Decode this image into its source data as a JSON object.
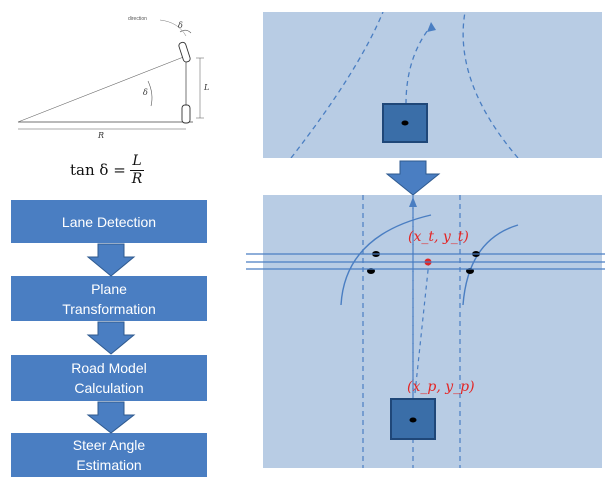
{
  "figure": {
    "small_text": "direction",
    "labels": [
      "δ",
      "δ",
      "L",
      "R"
    ]
  },
  "formula": {
    "lhs": "tan δ =",
    "numerator": "L",
    "denominator": "R"
  },
  "flow_steps": [
    {
      "line1": "Lane Detection",
      "line2": ""
    },
    {
      "line1": "Plane",
      "line2": "Transformation"
    },
    {
      "line1": "Road Model",
      "line2": "Calculation"
    },
    {
      "line1": "Steer Angle",
      "line2": "Estimation"
    }
  ],
  "bottom_panel": {
    "target_point": "(x_t, y_t)",
    "vehicle_point": "(x_p, y_p)"
  },
  "colors": {
    "flow_box": "#4a7ec2",
    "panel_bg": "#b8cce4",
    "lane_lines": "#4a7ec2",
    "point_label": "#e32626",
    "vehicle_fill": "#3a6ea8"
  }
}
